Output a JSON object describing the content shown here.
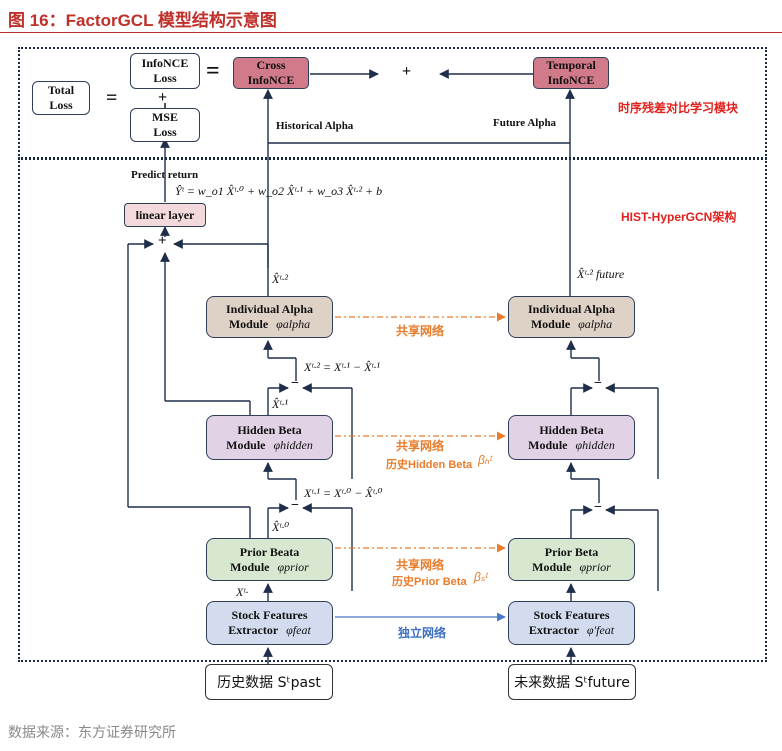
{
  "header": {
    "title": "图 16：FactorGCL 模型结构示意图",
    "source": "数据来源：东方证券研究所"
  },
  "loss": {
    "total": [
      "Total",
      "Loss"
    ],
    "equals": "=",
    "infonce": [
      "InfoNCE",
      "Loss"
    ],
    "plus": "+",
    "mse": [
      "MSE",
      "Loss"
    ],
    "equals2": "=",
    "cross": [
      "Cross",
      "InfoNCE"
    ],
    "plus_mid": "+",
    "temporal": [
      "Temporal",
      "InfoNCE"
    ],
    "module_label": "时序残差对比学习模块",
    "historical_alpha": "Historical Alpha",
    "future_alpha": "Future Alpha"
  },
  "hist": {
    "module_label": "HIST-HyperGCN架构",
    "predict_return": "Predict return",
    "predict_formula": "Ŷᵗ = w_o1 X̂ᵗ·⁰ + w_o2 X̂ᵗ·¹ + w_o3 X̂ᵗ·² + b",
    "linear_layer": "linear layer",
    "plus": "+",
    "left": {
      "alpha": {
        "title": "Individual Alpha",
        "module": "Module",
        "phi": "φalpha"
      },
      "hidden": {
        "title": "Hidden Beta",
        "module": "Module",
        "phi": "φhidden"
      },
      "prior": {
        "title": "Prior Beata",
        "module": "Module",
        "phi": "φprior"
      },
      "extractor": {
        "title": "Stock Features",
        "module": "Extractor",
        "phi": "φfeat"
      }
    },
    "right": {
      "alpha": {
        "title": "Individual Alpha",
        "module": "Module",
        "phi": "φalpha"
      },
      "hidden": {
        "title": "Hidden Beta",
        "module": "Module",
        "phi": "φhidden"
      },
      "prior": {
        "title": "Prior Beta",
        "module": "Module",
        "phi": "φprior"
      },
      "extractor": {
        "title": "Stock Features",
        "module": "Extractor",
        "phi": "φ′feat"
      }
    },
    "labels": {
      "x_t2": "X̂ᵗ·²",
      "x_future": "X̂ᵗ·² future",
      "eq_t2": "Xᵗ·² = Xᵗ·¹ − X̂ᵗ·¹",
      "x_hat_t1": "X̂ᵗ·¹",
      "eq_t1": "Xᵗ·¹ = Xᵗ·⁰ − X̂ᵗ·⁰",
      "x_hat_t0": "X̂ᵗ·⁰",
      "x_t": "Xᵗ·",
      "minus": "−"
    },
    "links": {
      "share1": "共享网络",
      "share2": "共享网络",
      "hist_hidden": "历史Hidden Beta",
      "beta_h": "βₕᵗ",
      "share3": "共享网络",
      "hist_prior": "历史Prior Beta",
      "beta_s": "βₛᵗ",
      "independent": "独立网络"
    },
    "inputs": {
      "past": "历史数据 Sᵗpast",
      "future": "未来数据 Sᵗfuture"
    }
  }
}
